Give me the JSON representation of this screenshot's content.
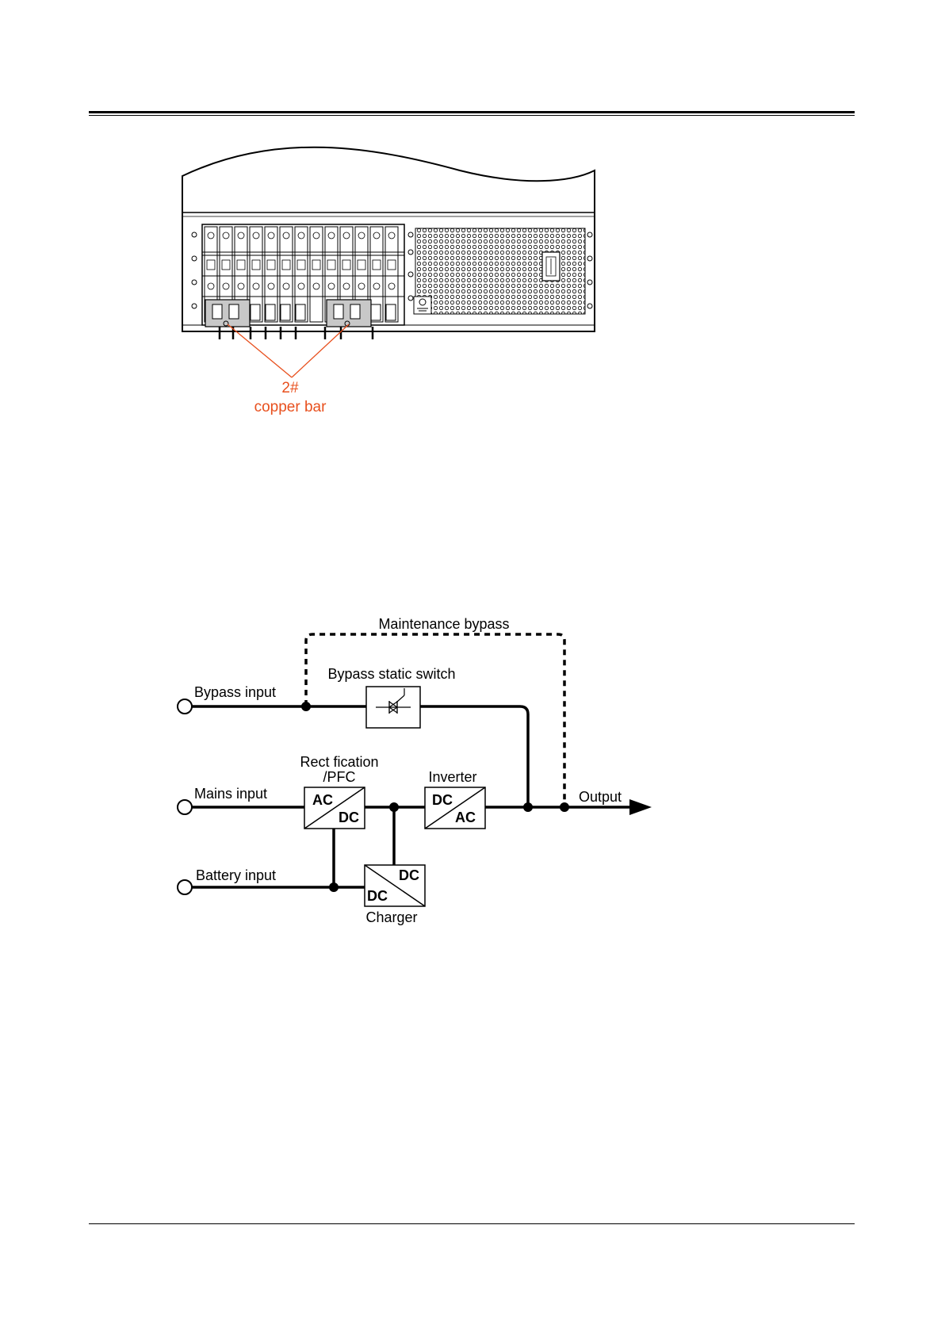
{
  "panel_figure": {
    "callout_line1": "2#",
    "callout_line2": "copper bar",
    "callout_color": "#e8501e"
  },
  "block_diagram": {
    "maintenance_bypass_label": "Maintenance bypass",
    "bypass_static_switch_label": "Bypass static switch",
    "bypass_input_label": "Bypass input",
    "mains_input_label": "Mains input",
    "battery_input_label": "Battery input",
    "rectification_label_line1": "Rect fication",
    "rectification_label_line2": "/PFC",
    "rectifier_in": "AC",
    "rectifier_out": "DC",
    "inverter_label": "Inverter",
    "inverter_in": "DC",
    "inverter_out": "AC",
    "charger_label": "Charger",
    "charger_in": "DC",
    "charger_out": "DC",
    "output_label": "Output"
  }
}
